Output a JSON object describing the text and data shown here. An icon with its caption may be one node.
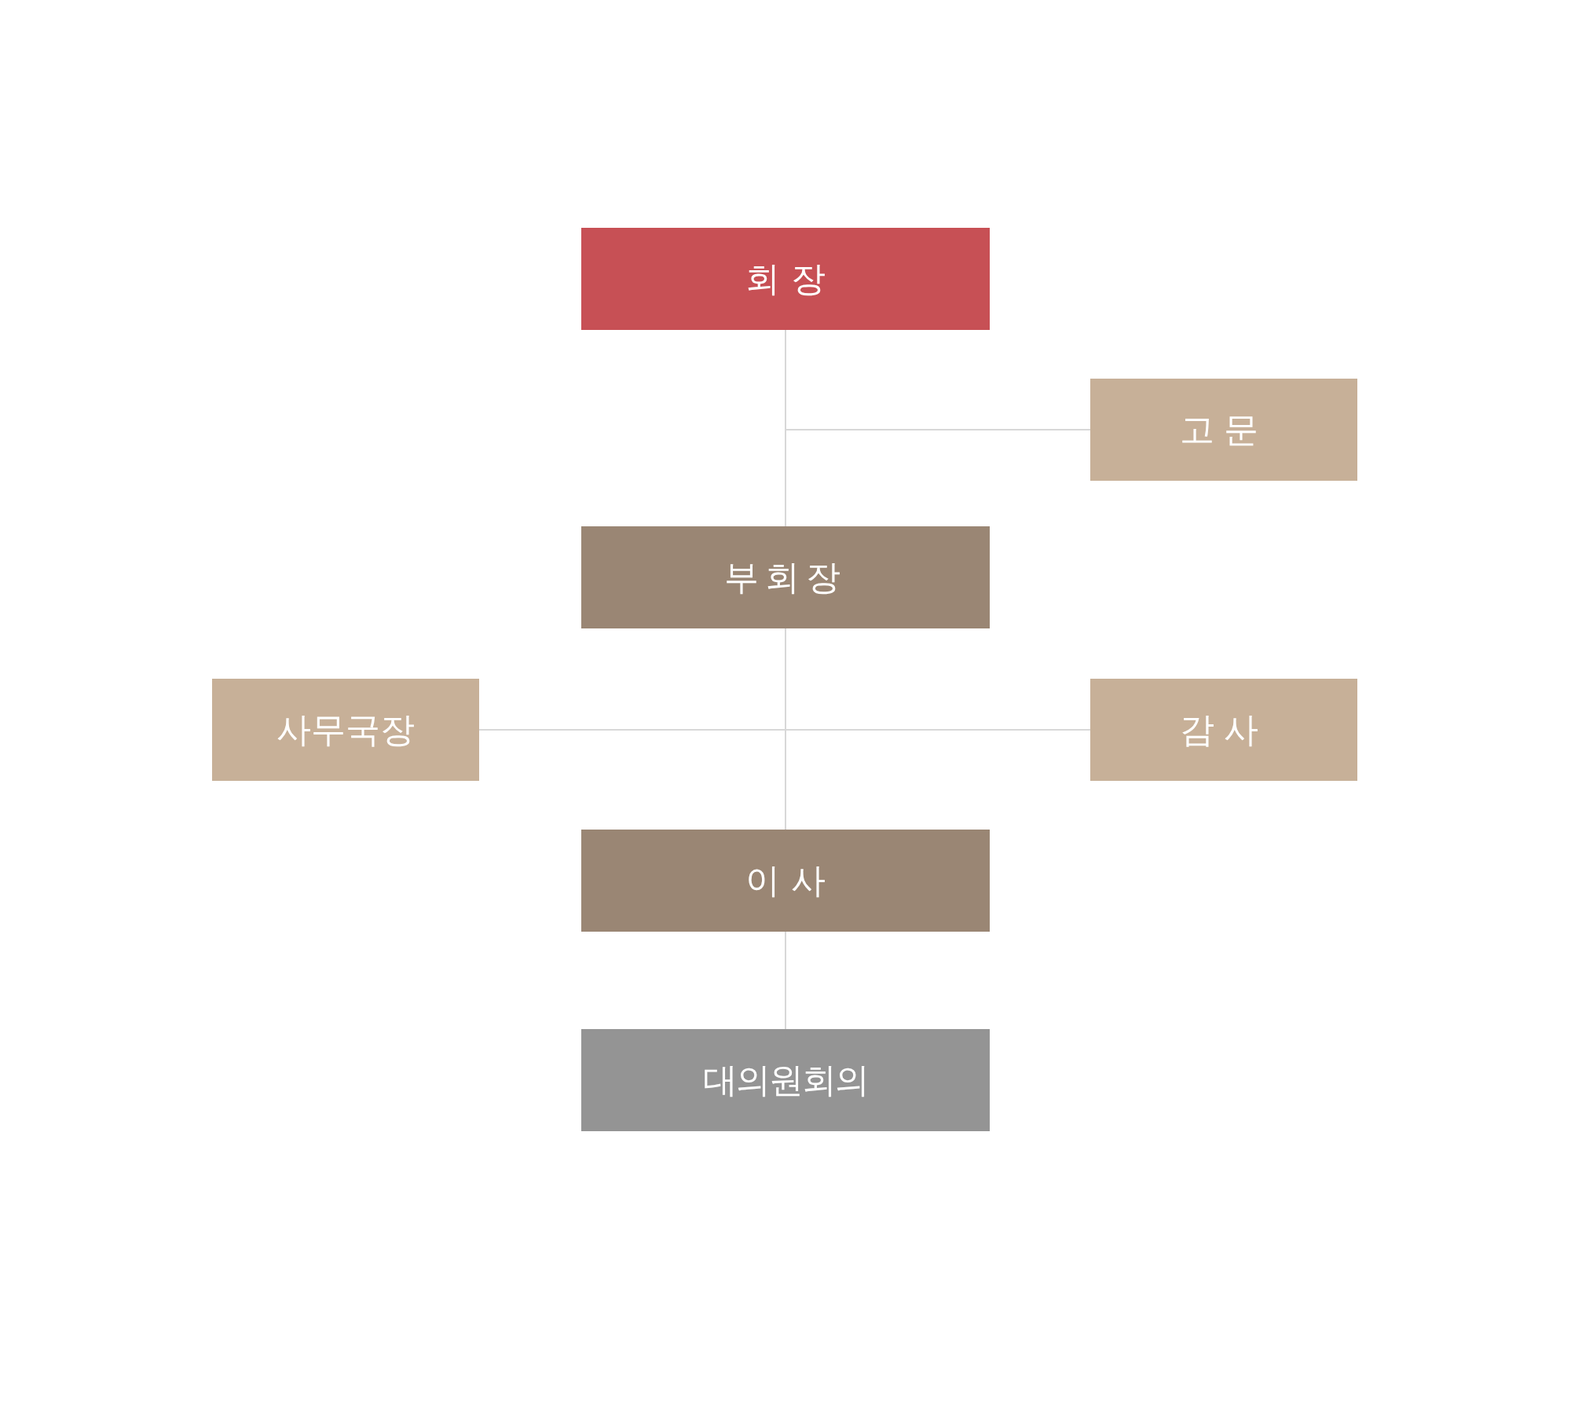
{
  "diagram": {
    "nodes": [
      {
        "text": [
          "회 장"
        ]
      },
      {
        "text": [
          "고문"
        ]
      },
      {
        "text": [
          "부회장"
        ]
      },
      {
        "text": [
          "사무국장"
        ]
      },
      {
        "text": [
          "감사"
        ]
      },
      {
        "text": [
          "이 사"
        ]
      },
      {
        "text": [
          "대의원회의"
        ]
      }
    ],
    "edges": [
      {
        "from": 0,
        "to": 1,
        "arrow": "none"
      },
      {
        "from": 0,
        "to": 2,
        "arrow": "none"
      },
      {
        "from": 2,
        "to": 3,
        "arrow": "none"
      },
      {
        "from": 2,
        "to": 4,
        "arrow": "none"
      },
      {
        "from": 2,
        "to": 5,
        "arrow": "none"
      },
      {
        "from": 5,
        "to": 6,
        "arrow": "none"
      }
    ]
  }
}
